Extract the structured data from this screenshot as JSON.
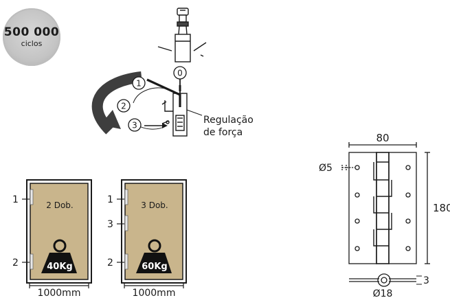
{
  "badge": {
    "number": "500 000",
    "label": "ciclos"
  },
  "adjustment": {
    "positions": [
      "1",
      "2",
      "3",
      "0"
    ],
    "caption_line1": "Regulação",
    "caption_line2": "de força"
  },
  "doors": [
    {
      "hinge_labels": [
        "1",
        "2"
      ],
      "badge_text": "2 Dob.",
      "weight": "40Kg",
      "width": "1000mm"
    },
    {
      "hinge_labels": [
        "1",
        "3",
        "2"
      ],
      "badge_text": "3 Dob.",
      "weight": "60Kg",
      "width": "1000mm"
    }
  ],
  "dimensions": {
    "width": "80",
    "height": "180",
    "hole": "Ø5",
    "pin": "Ø18",
    "thickness": "3"
  },
  "colors": {
    "door_fill": "#c9b58c",
    "badge_gray": "#c4c4c4",
    "ink": "#1a1a1a"
  }
}
